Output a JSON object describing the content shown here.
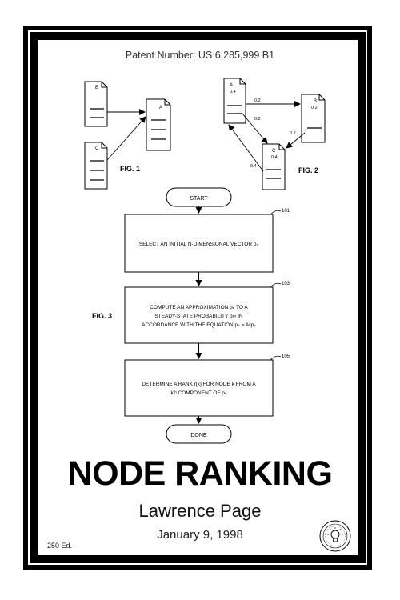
{
  "patent": {
    "number_text": "Patent Number: US 6,285,999 B1"
  },
  "fig1": {
    "label": "FIG. 1",
    "pages": [
      {
        "id": "doc-b",
        "letter": "B"
      },
      {
        "id": "doc-a",
        "letter": "A"
      },
      {
        "id": "doc-c",
        "letter": "C"
      }
    ]
  },
  "fig2": {
    "label": "FIG. 2",
    "nodes": [
      {
        "id": "node-a",
        "letter": "A",
        "rank": "0.4"
      },
      {
        "id": "node-b",
        "letter": "B",
        "rank": "0.2"
      },
      {
        "id": "node-c",
        "letter": "C",
        "rank": "0.4"
      }
    ],
    "edge_weights": [
      "0.2",
      "0.2",
      "0.2",
      "0.4"
    ]
  },
  "fig3": {
    "label": "FIG. 3",
    "start": "START",
    "done": "DONE",
    "steps": [
      {
        "ref": "101",
        "lines": [
          "SELECT AN INITIAL N-DIMENSIONAL VECTOR p₀"
        ]
      },
      {
        "ref": "103",
        "lines": [
          "COMPUTE AN APPROXIMATION pₙ TO A",
          "STEADY-STATE PROBABILITY p∞ IN",
          "ACCORDANCE WITH THE EQUATION pₙ = Aⁿp₀"
        ]
      },
      {
        "ref": "105",
        "lines": [
          "DETERMINE A RANK r[k] FOR NODE k FROM A",
          "kᵗʰ COMPONENT OF pₙ"
        ]
      }
    ]
  },
  "title": "NODE RANKING",
  "inventor": "Lawrence Page",
  "date": "January 9, 1998",
  "edition": "250 Ed.",
  "seal": {
    "icon": "lightbulb-seal-icon"
  }
}
